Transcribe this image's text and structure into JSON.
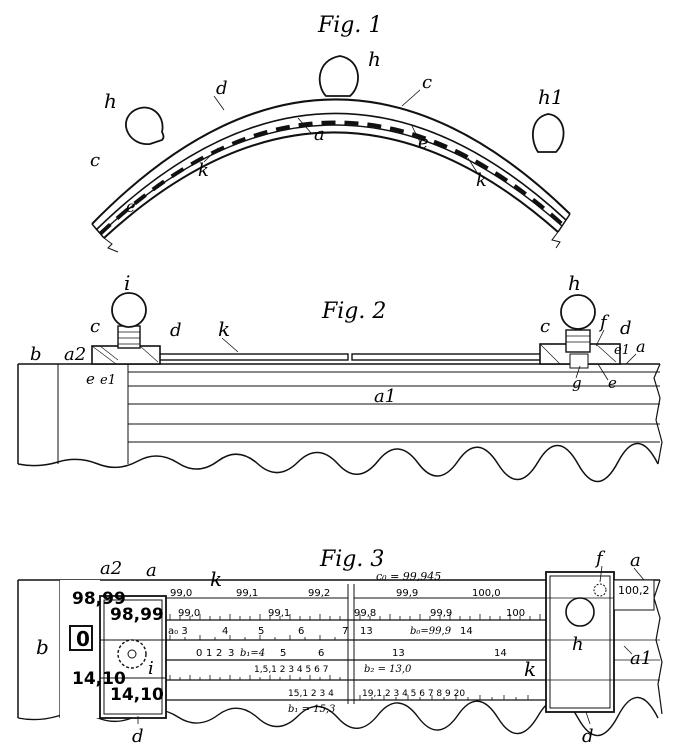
{
  "figures": {
    "fig1": {
      "title": "Fig. 1",
      "labels": {
        "h_top": "h",
        "h_left": "h",
        "h_right": "h1",
        "d": "d",
        "c_top": "c",
        "a": "a",
        "e_mid": "e",
        "c_left": "c",
        "k_left": "k",
        "e_left": "e",
        "k_right": "k"
      }
    },
    "fig2": {
      "title": "Fig. 2",
      "labels": {
        "i": "i",
        "h": "h",
        "c_left": "c",
        "d_left": "d",
        "k": "k",
        "c_right": "c",
        "f": "f",
        "d_right": "d",
        "b": "b",
        "a2": "a2",
        "e_left": "e",
        "e1_left": "e1",
        "e1_right": "e1",
        "a_right": "a",
        "a1": "a1",
        "g": "g",
        "e_right": "e"
      }
    },
    "fig3": {
      "title": "Fig. 3",
      "labels": {
        "a2": "a2",
        "a_left": "a",
        "k_top": "k",
        "f": "f",
        "a_right": "a",
        "b": "b",
        "i": "i",
        "h": "h",
        "a1": "a1",
        "k_low": "k",
        "d_left": "d",
        "d_right": "d"
      },
      "readouts": {
        "top_row": "98,99",
        "top_row_slider": "98,99",
        "zero_box": "0",
        "bottom_row": "14,10",
        "bottom_row_slider": "14,10",
        "right_tab": "100,2"
      },
      "scale_text": {
        "c0": "c₀ = 99,945",
        "row1": [
          "99,0",
          "99,1",
          "99,2",
          "99,9",
          "100,0"
        ],
        "row2": [
          "99,0",
          "99,1",
          "99,8",
          "99,9",
          "100"
        ],
        "row3_left": [
          "a₀ 3",
          "4",
          "5",
          "6",
          "7"
        ],
        "row3_right": [
          "13",
          "b₀=99,9",
          "14"
        ],
        "row4_left": [
          "0",
          "1",
          "2",
          "3",
          "b₁=4",
          "5",
          "6"
        ],
        "row4_mid": "1,5,1  2  3  4  5  6  7",
        "row4_right": [
          "13",
          "14"
        ],
        "row4_b2": "b₂ = 13,0",
        "row5": "15,1  2  3  4",
        "row5_b1": "b₁ = 15,3",
        "row6": "19,1  2  3  4  5  6  7  8  9  20"
      }
    }
  }
}
